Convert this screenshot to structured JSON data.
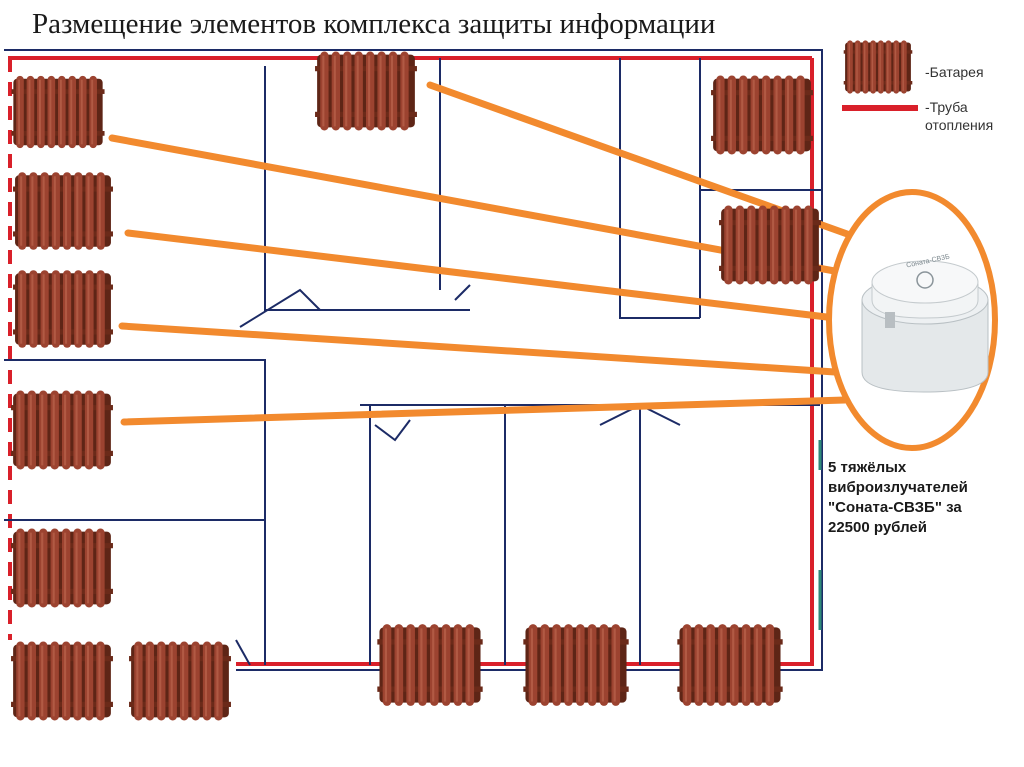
{
  "title": "Размещение элементов комплекса защиты информации",
  "legend": {
    "battery_label": "-Батарея",
    "pipe_label_line1": "-Труба",
    "pipe_label_line2": "отопления"
  },
  "device": {
    "label": "Соната-СВ3Б"
  },
  "caption": {
    "line1": "5 тяжёлых",
    "line2": "виброизлучателей",
    "line3": "\"Соната-СВЗБ\" за",
    "line4": "22500 рублей"
  },
  "colors": {
    "radiator": "#8e3b28",
    "radiator_dark": "#5e2516",
    "pipe": "#d9202a",
    "wall": "#1c2b66",
    "line": "#f28a2e"
  },
  "icons": [
    "radiator-icon",
    "vibration-emitter-icon"
  ]
}
